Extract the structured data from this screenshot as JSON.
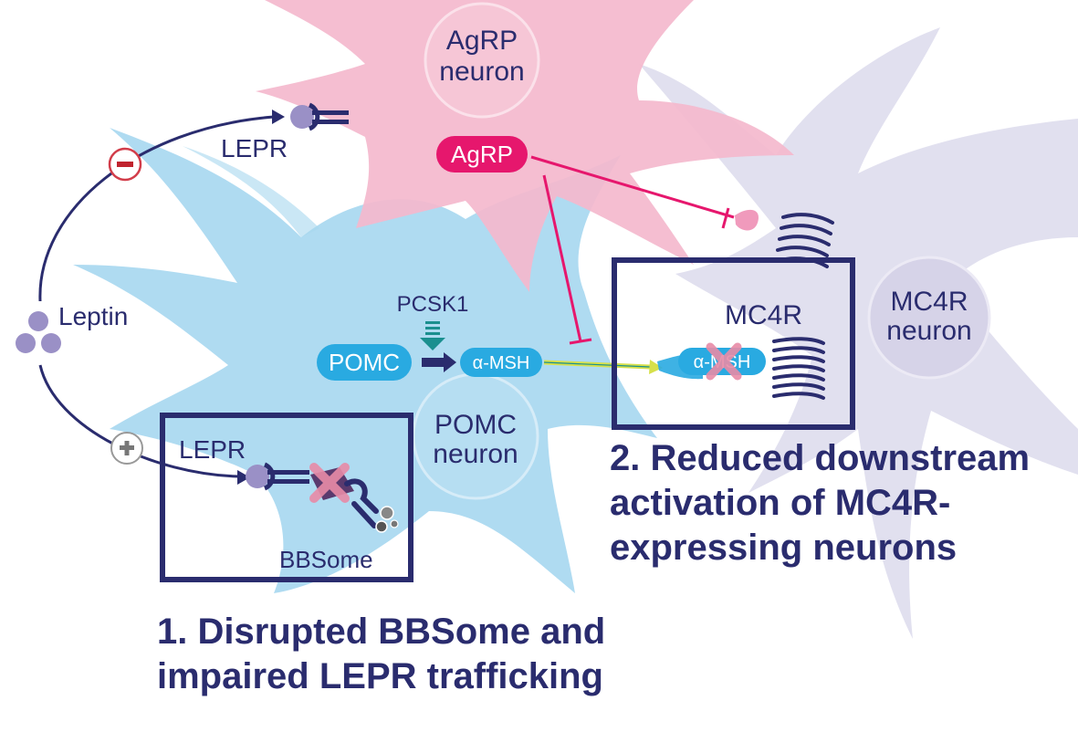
{
  "neurons": {
    "agrp": [
      "AgRP",
      "neuron"
    ],
    "pomc": [
      "POMC",
      "neuron"
    ],
    "mc4r": [
      "MC4R",
      "neuron"
    ]
  },
  "labels": {
    "leptin": "Leptin",
    "lepr_top": "LEPR",
    "lepr_box": "LEPR",
    "agrp_pill": "AgRP",
    "pcsk1": "PCSK1",
    "pomc_pill": "POMC",
    "amsh_pill": "α-MSH",
    "amsh_receptor": "α-MSH",
    "mc4r_receptor": "MC4R",
    "bbsome": "BBSome",
    "minus_sign": "−",
    "plus_sign": "+"
  },
  "captions": {
    "one": [
      "1. Disrupted BBSome and",
      "impaired LEPR trafficking"
    ],
    "two": [
      "2. Reduced downstream",
      "activation of MC4R-",
      "expressing neurons"
    ]
  },
  "colors": {
    "navy": "#2a2c6e",
    "agrp_pink": "#f4b8cd",
    "agrp_magenta": "#e6176d",
    "pomc_blue": "#a6d7ef",
    "pill_blue": "#29aae1",
    "mc4r_lavender": "#dcdaec",
    "leptin_purple": "#9a90c6",
    "teal": "#1a8f8f",
    "yellow_green": "#d6e04a",
    "cross_pink": "#e88ba7"
  }
}
